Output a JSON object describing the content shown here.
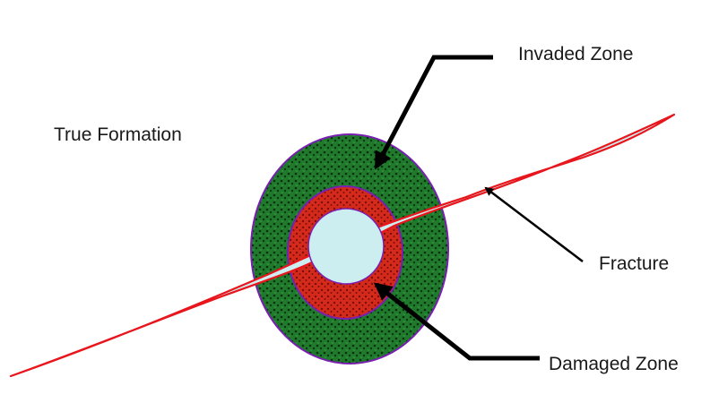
{
  "labels": {
    "true_formation": "True Formation",
    "invaded_zone": "Invaded Zone",
    "fracture": "Fracture",
    "damaged_zone": "Damaged Zone"
  },
  "colors": {
    "invaded_zone": "#1f7a2c",
    "damaged_zone": "#d42a1c",
    "wellbore": "#cdeef0",
    "fracture_fill": "#cdeef0",
    "fracture_outline": "#e8161c",
    "zone_outline": "#7a1fb0",
    "arrow": "#000000"
  },
  "icons": {
    "wellbore": "wellbore-circle",
    "arrows": "pointer-arrow"
  }
}
